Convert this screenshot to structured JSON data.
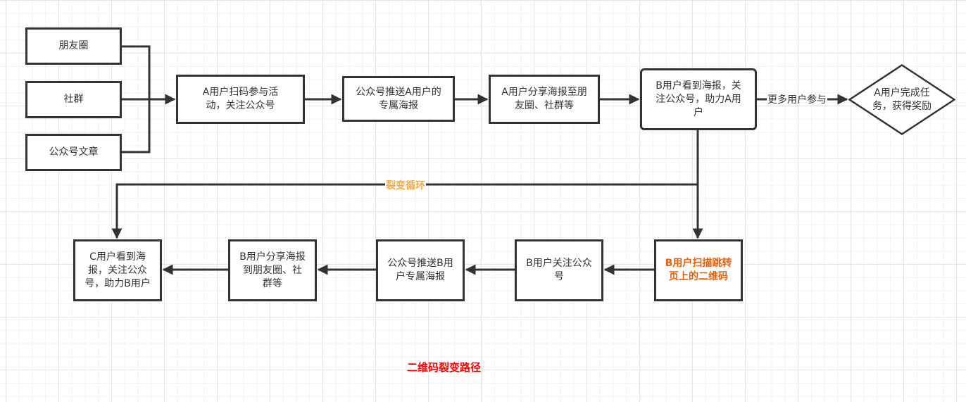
{
  "diagram": {
    "title": "二维码裂变路径",
    "nodes": {
      "source_moments": "朋友圈",
      "source_groups": "社群",
      "source_article": "公众号文章",
      "a_scan": "A用户扫码参与活动，关注公众号",
      "push_a_poster": "公众号推送A用户的专属海报",
      "a_share": "A用户分享海报至朋友圈、社群等",
      "b_sees": "B用户看到海报，关注公众号，助力A用户",
      "a_reward": "A用户完成任务，获得奖励",
      "b_scan_qr": "B用户扫描跳转页上的二维码",
      "b_follow": "B用户关注公众号",
      "push_b_poster": "公众号推送B用户专属海报",
      "b_share": "B用户分享海报到朋友圈、社群等",
      "c_sees": "C用户看到海报，关注公众号，助力B用户"
    },
    "edge_labels": {
      "more_users": "更多用户参与",
      "fission_loop": "裂变循环"
    },
    "edges": [
      {
        "from": "source_moments",
        "to": "a_scan"
      },
      {
        "from": "source_groups",
        "to": "a_scan"
      },
      {
        "from": "source_article",
        "to": "a_scan"
      },
      {
        "from": "a_scan",
        "to": "push_a_poster"
      },
      {
        "from": "push_a_poster",
        "to": "a_share"
      },
      {
        "from": "a_share",
        "to": "b_sees"
      },
      {
        "from": "b_sees",
        "to": "a_reward",
        "label": "更多用户参与"
      },
      {
        "from": "b_sees",
        "to": "b_scan_qr"
      },
      {
        "from": "b_sees",
        "to": "c_sees",
        "label": "裂变循环"
      },
      {
        "from": "b_scan_qr",
        "to": "b_follow"
      },
      {
        "from": "b_follow",
        "to": "push_b_poster"
      },
      {
        "from": "push_b_poster",
        "to": "b_share"
      },
      {
        "from": "b_share",
        "to": "c_sees"
      }
    ],
    "colors": {
      "stroke": "#333333",
      "highlight_text": "#e8600a",
      "loop_label": "#f5a947",
      "title": "#ff0000"
    }
  }
}
